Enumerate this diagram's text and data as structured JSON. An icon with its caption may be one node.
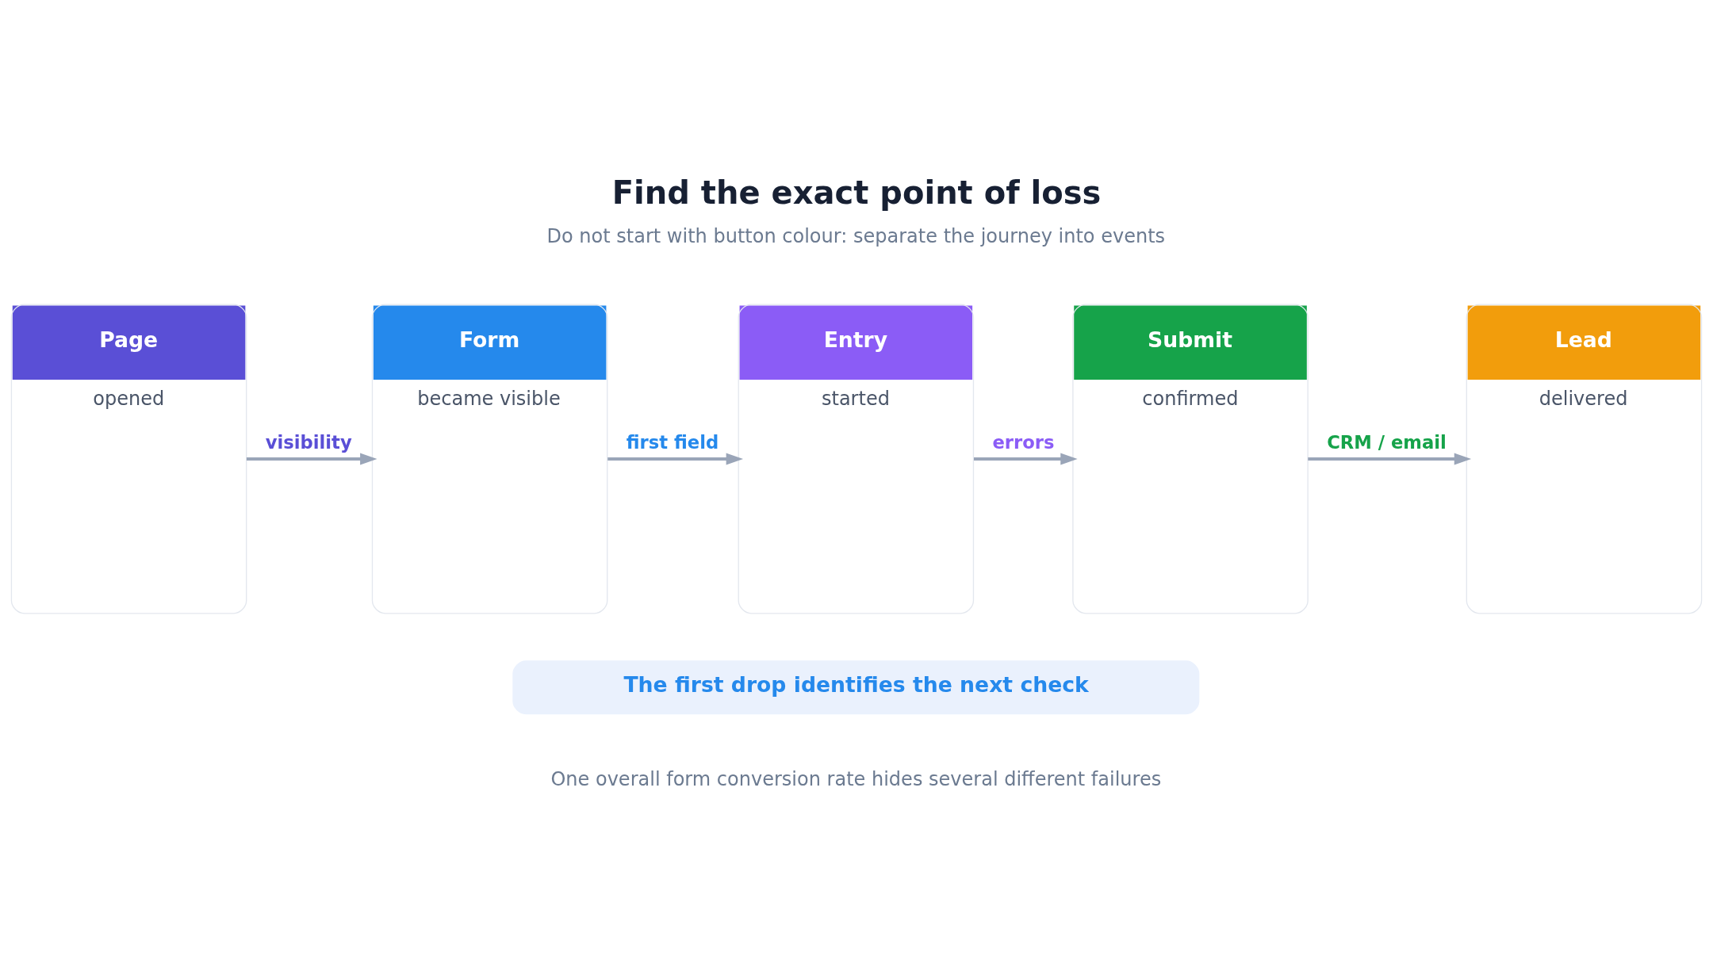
{
  "diagram": {
    "title": "Find the exact point of loss",
    "caption": "One overall form conversion rate hides several different failures",
    "nodes": [
      {
        "text": [
          "Page",
          "opened"
        ]
      },
      {
        "text": [
          "Form",
          "became visible"
        ]
      },
      {
        "text": [
          "Entry",
          "started"
        ]
      },
      {
        "text": [
          "Submit",
          "confirmed"
        ]
      },
      {
        "text": [
          "Lead",
          "delivered"
        ]
      },
      {
        "text": [
          "The first drop identifies the next check"
        ]
      }
    ],
    "edges": [
      {
        "from": 0,
        "to": 1,
        "arrow": "to",
        "label": "visibility"
      },
      {
        "from": 1,
        "to": 2,
        "arrow": "to",
        "label": "first field"
      },
      {
        "from": 2,
        "to": 3,
        "arrow": "to",
        "label": "errors"
      },
      {
        "from": 3,
        "to": 4,
        "arrow": "to",
        "label": "CRM / email"
      }
    ],
    "labels": [
      "Do not start with button colour: separate the journey into events"
    ]
  }
}
